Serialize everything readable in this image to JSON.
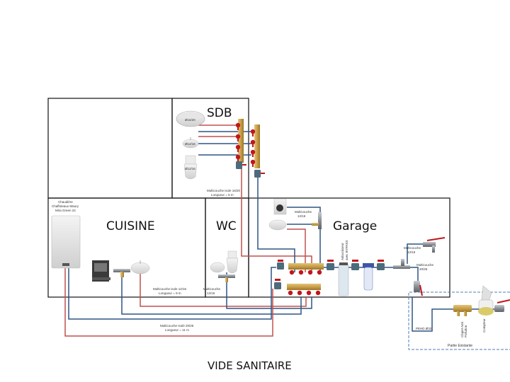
{
  "colors": {
    "hot_pipe": "#c0504d",
    "cold_pipe": "#2f5584",
    "wall": "#222222",
    "dashed_border": "#4f7cb5",
    "collector_brass": "#c9a04a",
    "valve_red": "#c0161c"
  },
  "rooms": {
    "sdb": "SDB",
    "cuisine": "CUISINE",
    "wc": "WC",
    "garage": "Garage"
  },
  "sdb": {
    "fixtures": [
      {
        "name": "baignoire",
        "diameter": "Ø16/20"
      },
      {
        "name": "lavabo",
        "diameter": "Ø12/16"
      },
      {
        "name": "wc",
        "diameter": "Ø12/16"
      }
    ],
    "pipe_label_1": "Multicouche isole 16/20",
    "pipe_label_2": "Longueur = 6 m"
  },
  "boiler": {
    "line1": "Chaudière",
    "line2": "Chaffoteaux Maury",
    "line3": "Mira Green 24"
  },
  "cuisine": {
    "pipe_label_1": "Multicouche isole 12/16",
    "pipe_label_2": "Longueur = 9 m"
  },
  "wc": {
    "pipe_label_1": "Multicouche",
    "pipe_label_2": "12/16"
  },
  "garage": {
    "washer_pipe_1": "Multicouche",
    "washer_pipe_2": "12/16",
    "softener_1": "Adoucisseur",
    "softener_2": "avec BYPASS",
    "tap_pipe_1": "Multicouche",
    "tap_pipe_2": "12/16",
    "main_pipe_1": "Multicouche",
    "main_pipe_2": "20/26"
  },
  "main_supply": {
    "pipe_label_1": "Multicouche Isolé 20/26",
    "pipe_label_2": "Longueur = 11 m"
  },
  "existing": {
    "pehd": "PEHD Ø32",
    "clapet_1": "Clapet Anti",
    "clapet_2": "Pollution",
    "compteur": "Compteur",
    "zone": "Partie Existante"
  },
  "footer": {
    "title": "VIDE SANITAIRE"
  }
}
